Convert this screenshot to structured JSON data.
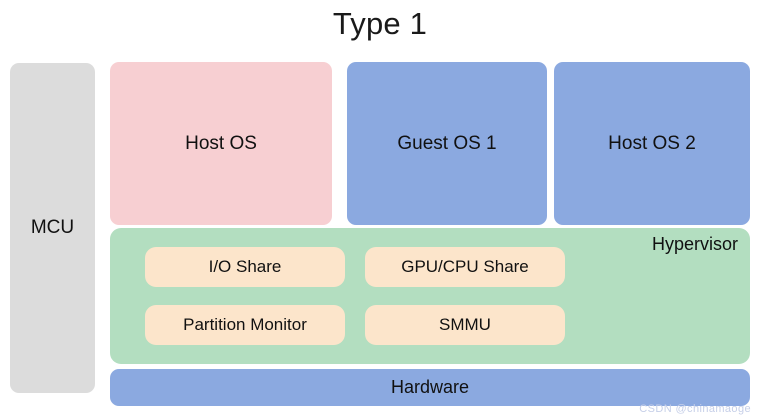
{
  "diagram": {
    "title": "Type 1",
    "colors": {
      "mcu": "#DCDCDC",
      "host_os": "#F7CFD2",
      "guest_os": "#8BA9E0",
      "hypervisor": "#B3DEC0",
      "service": "#FCE5CB",
      "hardware": "#8BA9E0",
      "text": "#111111",
      "background": "#FFFFFF"
    },
    "mcu": {
      "label": "MCU"
    },
    "guests": [
      {
        "label": "Host OS",
        "color": "#F7CFD2"
      },
      {
        "label": "Guest OS 1",
        "color": "#8BA9E0"
      },
      {
        "label": "Host OS 2",
        "color": "#8BA9E0"
      }
    ],
    "hypervisor": {
      "label": "Hypervisor",
      "services": [
        {
          "label": "I/O Share"
        },
        {
          "label": "GPU/CPU Share"
        },
        {
          "label": "Partition Monitor"
        },
        {
          "label": "SMMU"
        }
      ]
    },
    "hardware": {
      "label": "Hardware"
    },
    "watermark": "CSDN @chinamaoge"
  }
}
